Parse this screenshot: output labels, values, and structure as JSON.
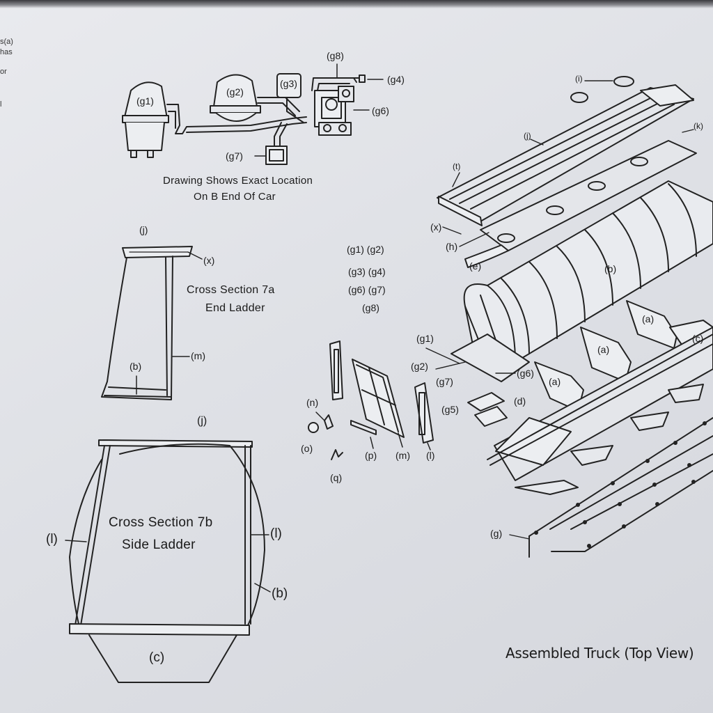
{
  "margin_text": [
    "s(a)",
    "has",
    "or",
    "l"
  ],
  "top_diagram": {
    "caption_line1": "Drawing Shows Exact Location",
    "caption_line2": "On B End Of Car",
    "labels": {
      "g1": "(g1)",
      "g2": "(g2)",
      "g3": "(g3)",
      "g4": "(g4)",
      "g6": "(g6)",
      "g7": "(g7)",
      "g8": "(g8)"
    }
  },
  "end_ladder": {
    "title_line1": "Cross Section  7a",
    "title_line2": "End Ladder",
    "labels": {
      "j": "(j)",
      "x": "(x)",
      "m": "(m)",
      "b": "(b)"
    }
  },
  "parts_list": [
    "(g1)  (g2)",
    "(g3)  (g4)",
    "(g6)  (g7)",
    "(g8)"
  ],
  "side_ladder": {
    "title_line1": "Cross Section  7b",
    "title_line2": "Side Ladder",
    "labels": {
      "j": "(j)",
      "l_left": "(l)",
      "l_right": "(l)",
      "b": "(b)",
      "c": "(c)"
    }
  },
  "small_parts": {
    "labels": {
      "n": "(n)",
      "o": "(o)",
      "q": "(q)",
      "p": "(p)",
      "m": "(m)",
      "l": "(l)"
    }
  },
  "assembly": {
    "caption": "Assembled Truck (Top View)",
    "labels": {
      "i": "(i)",
      "j": "(j)",
      "k": "(k)",
      "t": "(t)",
      "x": "(x)",
      "h": "(h)",
      "e": "(e)",
      "b": "(b)",
      "a1": "(a)",
      "a2": "(a)",
      "a3": "(a)",
      "c": "(c)",
      "g1": "(g1)",
      "g2": "(g2)",
      "g6": "(g6)",
      "g7": "(g7)",
      "g5": "(g5)",
      "d": "(d)",
      "g": "(g)"
    }
  }
}
